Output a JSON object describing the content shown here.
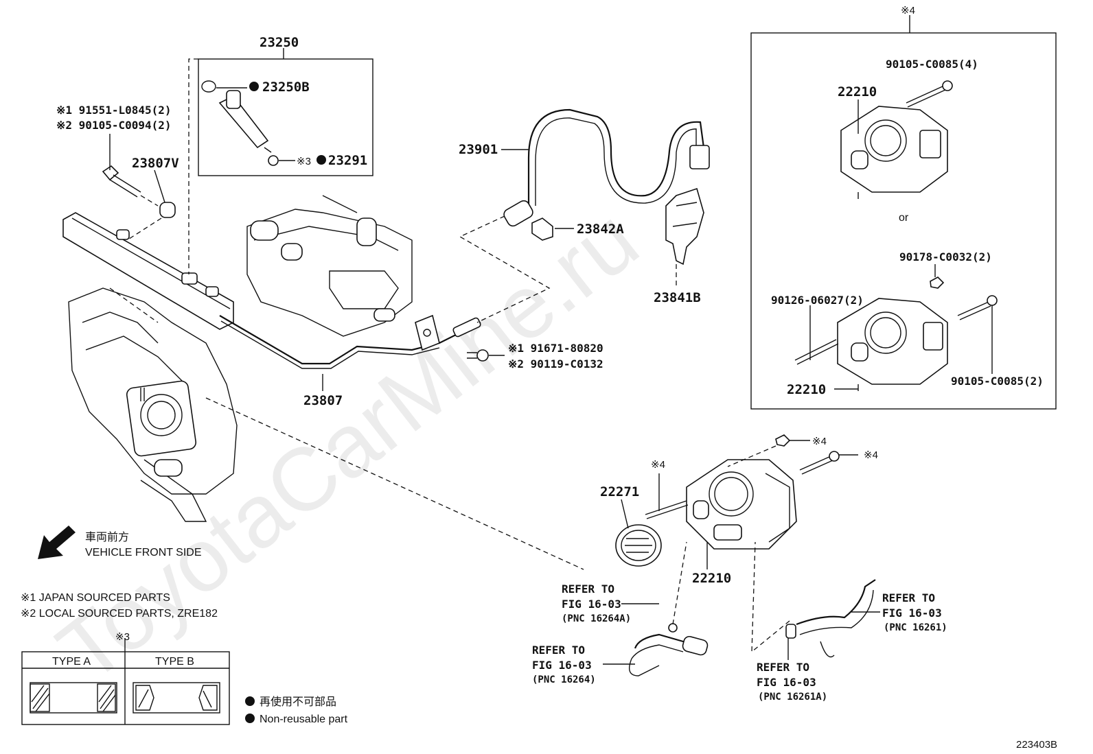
{
  "watermark": "ToyotaCarMine.ru",
  "figure_code": "223403B",
  "labels": {
    "p23250": "23250",
    "p23250b": "23250B",
    "p23291": "23291",
    "p23291_mark": "※3",
    "bolt_jp": "※1 91551-L0845(2)",
    "bolt_local": "※2 90105-C0094(2)",
    "p23807v": "23807V",
    "p23901": "23901",
    "p23842a": "23842A",
    "p23841b": "23841B",
    "p23807": "23807",
    "union_jp": "※1 91671-80820",
    "union_local": "※2 90119-C0132",
    "inset_mark": "※4",
    "inset_bolt_top": "90105-C0085(4)",
    "inset_22210_top": "22210",
    "inset_or": "or",
    "inset_nut": "90178-C0032(2)",
    "inset_stud": "90126-06027(2)",
    "inset_22210_bottom": "22210",
    "inset_bolt_bottom": "90105-C0085(2)",
    "mark4_nut": "※4",
    "mark4_bolt": "※4",
    "mark4_stud": "※4",
    "p22271": "22271",
    "p22210": "22210"
  },
  "refers": [
    {
      "line1": "REFER TO",
      "line2": "FIG 16-03",
      "line3": "(PNC 16264A)"
    },
    {
      "line1": "REFER TO",
      "line2": "FIG 16-03",
      "line3": "(PNC 16264)"
    },
    {
      "line1": "REFER TO",
      "line2": "FIG 16-03",
      "line3": "(PNC 16261)"
    },
    {
      "line1": "REFER TO",
      "line2": "FIG 16-03",
      "line3": "(PNC 16261A)"
    }
  ],
  "legend": {
    "front_jp": "車両前方",
    "front_en": "VEHICLE FRONT SIDE",
    "note1": "※1 JAPAN SOURCED PARTS",
    "note2": "※2 LOCAL SOURCED PARTS, ZRE182",
    "type_mark": "※3",
    "type_a": "TYPE A",
    "type_b": "TYPE B",
    "nonreuse_jp": "再使用不可部品",
    "nonreuse_en": "Non-reusable part"
  },
  "colors": {
    "ink": "#111111",
    "paper": "#ffffff",
    "watermark": "#ececec"
  }
}
